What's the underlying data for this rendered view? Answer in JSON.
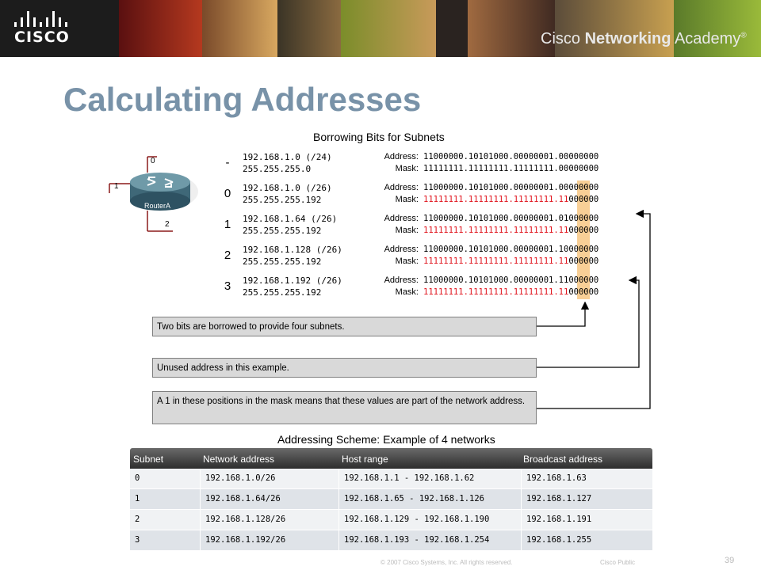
{
  "header": {
    "logo_text": "CISCO",
    "academy_prefix": "Cisco ",
    "academy_bold": "Networking",
    "academy_suffix": " Academy",
    "trademark": "®"
  },
  "title": "Calculating Addresses",
  "figure_title": "Borrowing Bits for Subnets",
  "router": {
    "label": "RouterA",
    "port_top": "0",
    "port_left": "1",
    "port_bottom": "2"
  },
  "labels": {
    "address": "Address:",
    "mask": "Mask:"
  },
  "subnets": [
    {
      "num": "-",
      "network": "192.168.1.0 (/24)",
      "mask": "255.255.255.0",
      "addr_bin": "11000000.10101000.00000001.00000000",
      "mask_bin_network": "",
      "mask_bin_host": "11111111.11111111.11111111.00000000"
    },
    {
      "num": "0",
      "network": "192.168.1.0 (/26)",
      "mask": "255.255.255.192",
      "addr_bin": "11000000.10101000.00000001.00000000",
      "mask_bin_network": "11111111.11111111.11111111.11",
      "mask_bin_host": "000000"
    },
    {
      "num": "1",
      "network": "192.168.1.64 (/26)",
      "mask": "255.255.255.192",
      "addr_bin": "11000000.10101000.00000001.01000000",
      "mask_bin_network": "11111111.11111111.11111111.11",
      "mask_bin_host": "000000"
    },
    {
      "num": "2",
      "network": "192.168.1.128 (/26)",
      "mask": "255.255.255.192",
      "addr_bin": "11000000.10101000.00000001.10000000",
      "mask_bin_network": "11111111.11111111.11111111.11",
      "mask_bin_host": "000000"
    },
    {
      "num": "3",
      "network": "192.168.1.192 (/26)",
      "mask": "255.255.255.192",
      "addr_bin": "11000000.10101000.00000001.11000000",
      "mask_bin_network": "11111111.11111111.11111111.11",
      "mask_bin_host": "000000"
    }
  ],
  "callouts": [
    "Two bits are borrowed to provide four subnets.",
    "Unused address in this example.",
    "A 1 in these positions in the mask means that these values are part of the network address."
  ],
  "table": {
    "title": "Addressing Scheme: Example of 4 networks",
    "headers": [
      "Subnet",
      "Network address",
      "Host range",
      "Broadcast address"
    ],
    "rows": [
      [
        "0",
        "192.168.1.0/26",
        "192.168.1.1 - 192.168.1.62",
        "192.168.1.63"
      ],
      [
        "1",
        "192.168.1.64/26",
        "192.168.1.65 - 192.168.1.126",
        "192.168.1.127"
      ],
      [
        "2",
        "192.168.1.128/26",
        "192.168.1.129 - 192.168.1.190",
        "192.168.1.191"
      ],
      [
        "3",
        "192.168.1.192/26",
        "192.168.1.193 - 192.168.1.254",
        "192.168.1.255"
      ]
    ]
  },
  "footer": {
    "copyright": "© 2007 Cisco Systems, Inc. All rights reserved.",
    "classification": "Cisco Public",
    "page_number": "39"
  },
  "colors": {
    "title": "#7892a8",
    "mask_network_bits": "#e0121b",
    "highlight": "#f8cf96"
  }
}
